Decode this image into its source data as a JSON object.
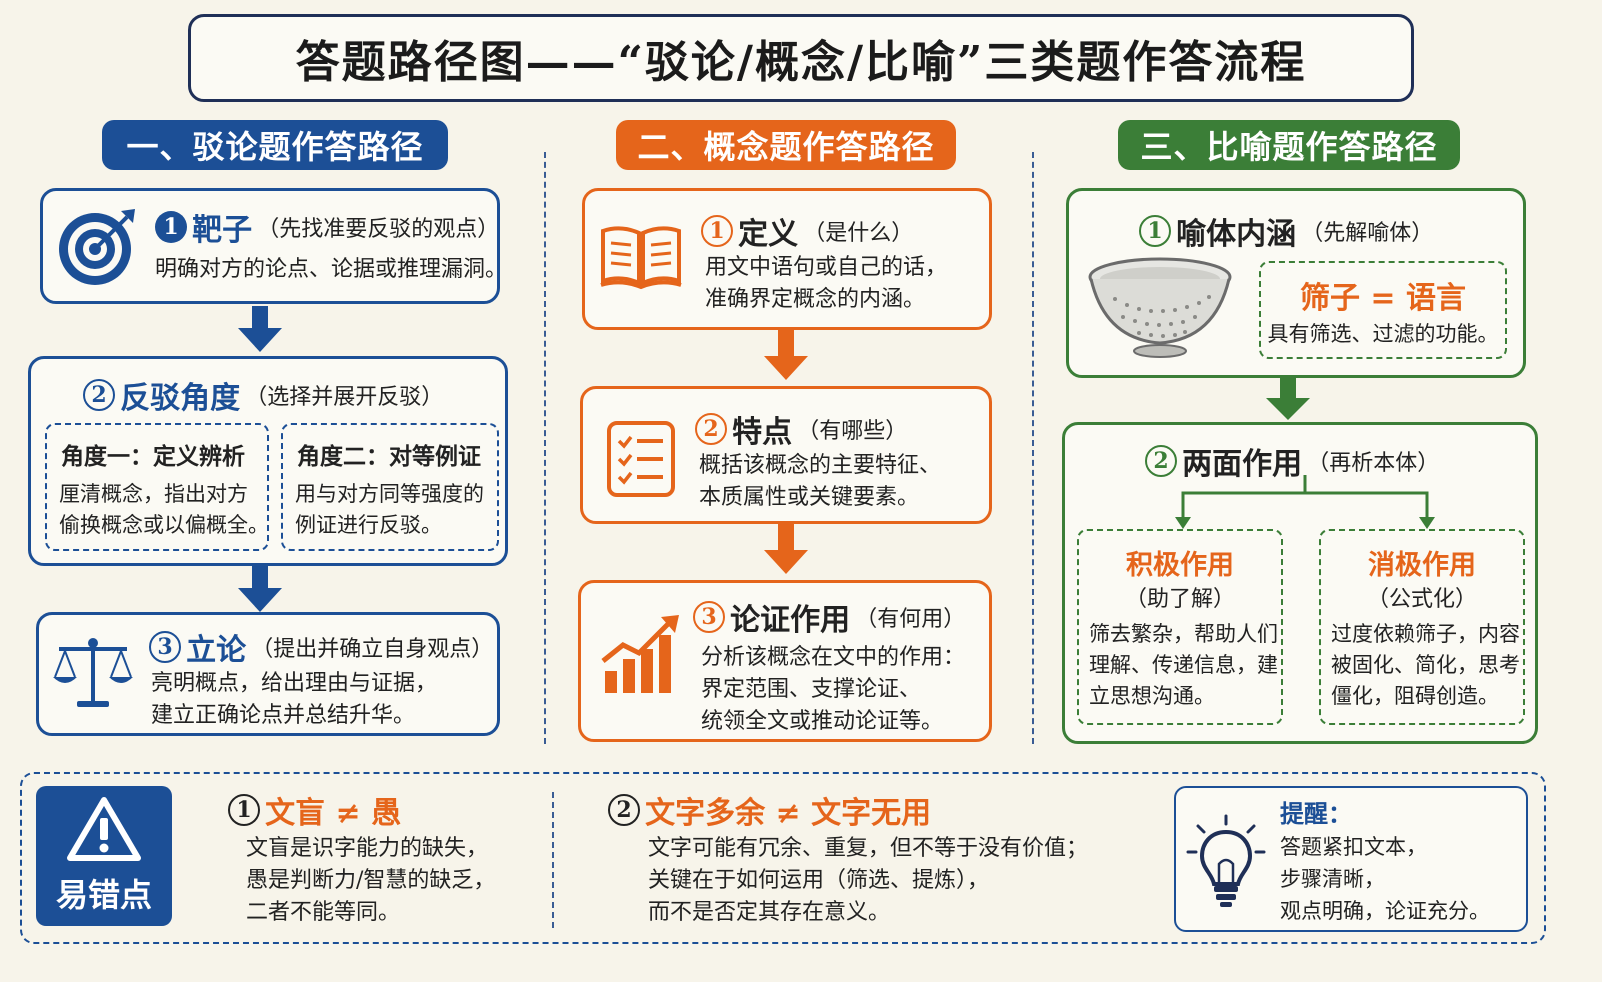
{
  "title": "答题路径图——“驳论/概念/比喻”三类题作答流程",
  "col1": {
    "header": "一、驳论题作答路径",
    "step1": {
      "num": "1",
      "title": "靶子",
      "note": "（先找准要反驳的观点）",
      "text": "明确对方的论点、论据或推理漏洞。"
    },
    "step2": {
      "num": "2",
      "title": "反驳角度",
      "note": "（选择并展开反驳）",
      "angle1": {
        "title": "角度一：定义辨析",
        "line1": "厘清概念，指出对方",
        "line2": "偷换概念或以偏概全。"
      },
      "angle2": {
        "title": "角度二：对等例证",
        "line1": "用与对方同等强度的",
        "line2": "例证进行反驳。"
      }
    },
    "step3": {
      "num": "3",
      "title": "立论",
      "note": "（提出并确立自身观点）",
      "line1": "亮明概点，给出理由与证据，",
      "line2": "建立正确论点并总结升华。"
    }
  },
  "col2": {
    "header": "二、概念题作答路径",
    "step1": {
      "num": "1",
      "title": "定义",
      "note": "（是什么）",
      "line1": "用文中语句或自己的话，",
      "line2": "准确界定概念的内涵。"
    },
    "step2": {
      "num": "2",
      "title": "特点",
      "note": "（有哪些）",
      "line1": "概括该概念的主要特征、",
      "line2": "本质属性或关键要素。"
    },
    "step3": {
      "num": "3",
      "title": "论证作用",
      "note": "（有何用）",
      "line1": "分析该概念在文中的作用：",
      "line2": "界定范围、支撑论证、",
      "line3": "统领全文或推动论证等。"
    }
  },
  "col3": {
    "header": "三、比喻题作答路径",
    "step1": {
      "num": "1",
      "title": "喻体内涵",
      "note": "（先解喻体）",
      "equation": "筛子 = 语言",
      "text": "具有筛选、过滤的功能。"
    },
    "step2": {
      "num": "2",
      "title": "两面作用",
      "note": "（再析本体）",
      "positive": {
        "title": "积极作用",
        "sub": "（助了解）",
        "line1": "筛去繁杂，帮助人们",
        "line2": "理解、传递信息，建",
        "line3": "立思想沟通。"
      },
      "negative": {
        "title": "消极作用",
        "sub": "（公式化）",
        "line1": "过度依赖筛子，内容",
        "line2": "被固化、简化，思考",
        "line3": "僵化，阻碍创造。"
      }
    }
  },
  "mistakes": {
    "label": "易错点",
    "m1": {
      "num": "1",
      "title": "文盲 ≠ 愚",
      "line1": "文盲是识字能力的缺失，",
      "line2": "愚是判断力/智慧的缺乏，",
      "line3": "二者不能等同。"
    },
    "m2": {
      "num": "2",
      "title": "文字多余 ≠ 文字无用",
      "line1": "文字可能有冗余、重复，但不等于没有价值；",
      "line2": "关键在于如何运用（筛选、提炼），",
      "line3": "而不是否定其存在意义。"
    },
    "tip": {
      "title": "提醒：",
      "line1": "答题紧扣文本，",
      "line2": "步骤清晰，",
      "line3": "观点明确，论证充分。"
    }
  },
  "colors": {
    "blue": "#1c4f96",
    "orange": "#e5651b",
    "green": "#3b7e37",
    "dark_blue": "#1f2f57"
  },
  "icons": [
    "target-icon",
    "scales-icon",
    "book-icon",
    "checklist-icon",
    "growth-chart-icon",
    "sieve-bowl-icon",
    "warning-icon",
    "lightbulb-icon",
    "arrow-down-icon"
  ]
}
